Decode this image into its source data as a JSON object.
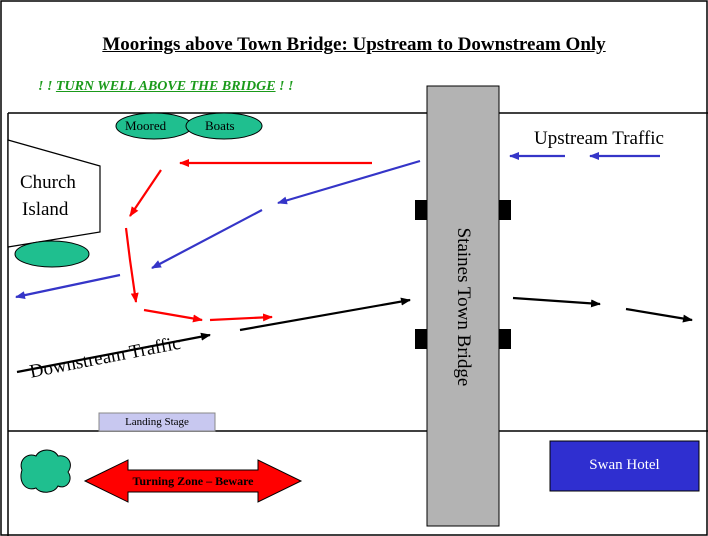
{
  "title": "Moorings above Town Bridge: Upstream to Downstream Only",
  "warning": {
    "prefix": "! ! ",
    "text": "TURN WELL ABOVE THE BRIDGE",
    "suffix": " ! !"
  },
  "moored_boats": [
    "Moored",
    "Boats"
  ],
  "church_island": [
    "Church",
    "Island"
  ],
  "upstream_traffic": "Upstream Traffic",
  "downstream_traffic": "Downstream Traffic",
  "bridge_label": "Staines Town Bridge",
  "landing_stage": "Landing Stage",
  "turning_zone": "Turning Zone – Beware",
  "swan_hotel": "Swan Hotel",
  "colors": {
    "boat_green": "#1fbf8f",
    "bridge_gray": "#b3b3b3",
    "hotel_blue": "#2f2fd0",
    "arrow_red": "#ff0000",
    "arrow_blue": "#3535c8",
    "warn_green": "#1a9a1a"
  }
}
